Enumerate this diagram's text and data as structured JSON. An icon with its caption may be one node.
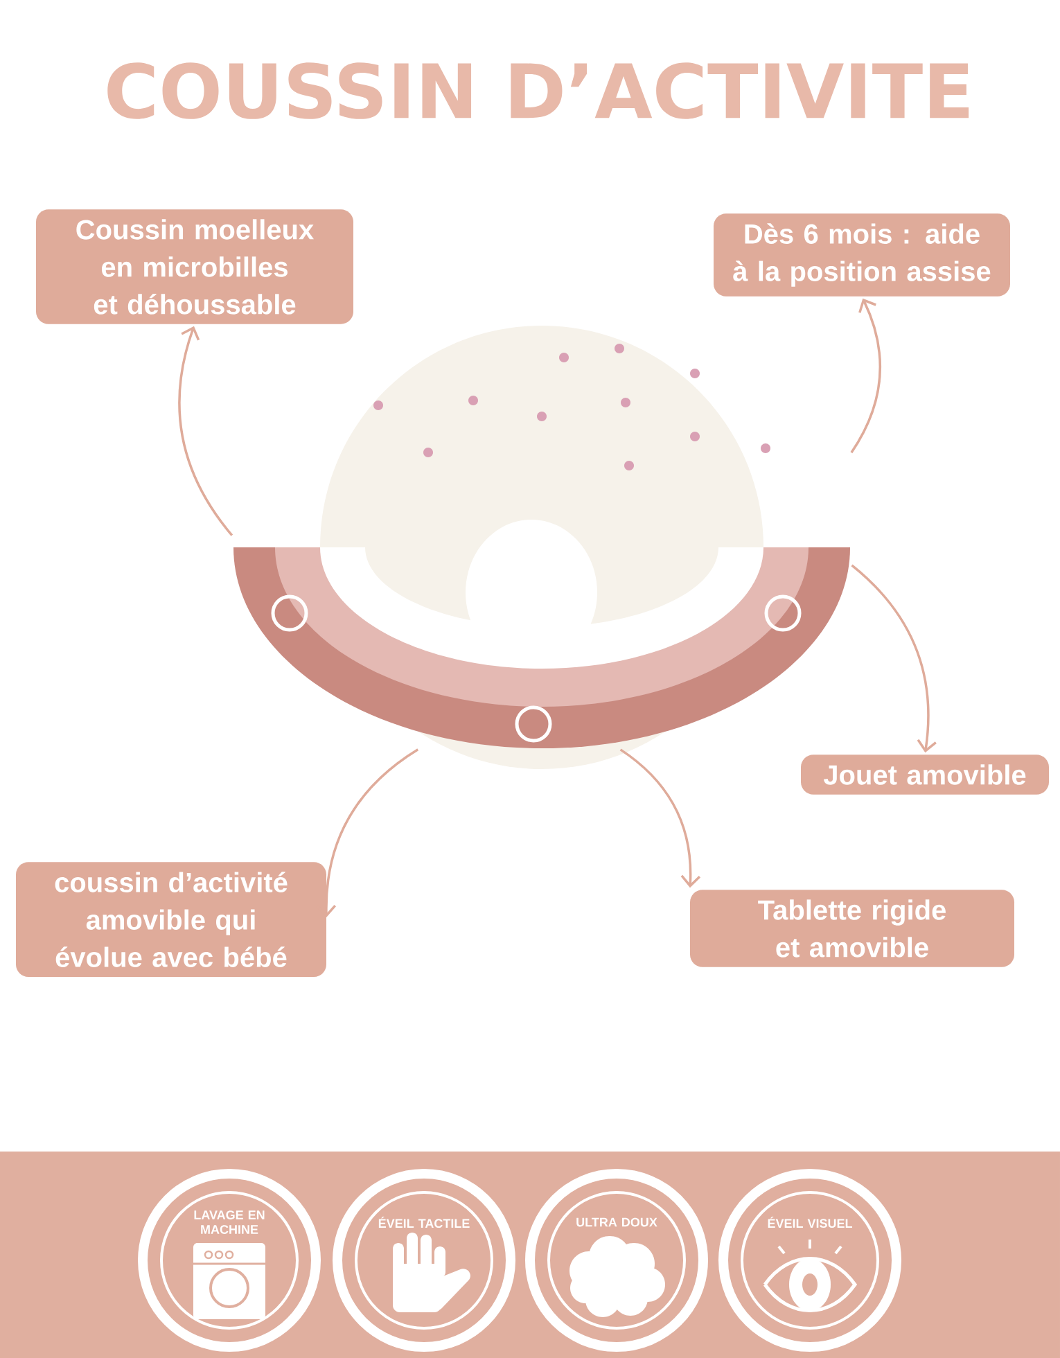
{
  "diagram": {
    "title": "COUSSIN D’ACTIVITE",
    "nodes": [
      {
        "text": [
          "Coussin moelleux en microbilles et déhoussable"
        ]
      },
      {
        "text": [
          "Dès 6 mois : aide à la position assise"
        ]
      },
      {
        "text": [],
        "shape": "picture"
      },
      {
        "text": [
          "Jouet amovible"
        ]
      },
      {
        "text": [
          "coussin d’activité amovible qui évolue avec bébé"
        ]
      },
      {
        "text": [
          "Tablette rigide et amovible"
        ]
      },
      {
        "text": [
          "LAVAGE EN MACHINE"
        ]
      },
      {
        "text": [
          "ÉVEIL TACTILE"
        ]
      },
      {
        "text": [
          "ULTRA DOUX"
        ]
      },
      {
        "text": [
          "ÉVEIL VISUEL"
        ]
      }
    ],
    "edges": [
      {
        "from": 2,
        "to": 0,
        "arrow": "to"
      },
      {
        "from": 2,
        "to": 1,
        "arrow": "to"
      },
      {
        "from": 2,
        "to": 3,
        "arrow": "to"
      },
      {
        "from": 2,
        "to": 4,
        "arrow": "to"
      },
      {
        "from": 2,
        "to": 5,
        "arrow": "to"
      }
    ]
  }
}
